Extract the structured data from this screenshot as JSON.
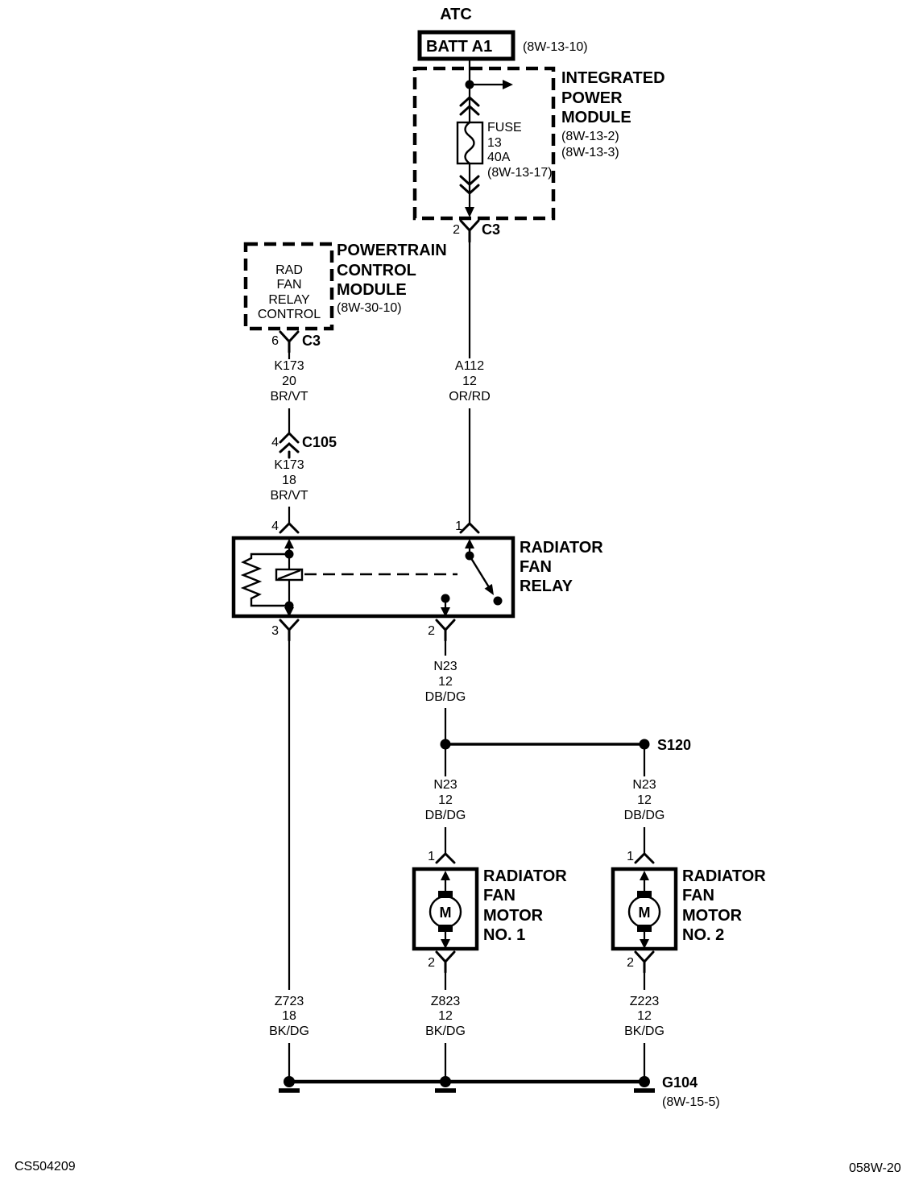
{
  "title": "ATC",
  "battery": {
    "label": "BATT A1",
    "ref": "(8W-13-10)"
  },
  "ipm": {
    "name_lines": [
      "INTEGRATED",
      "POWER",
      "MODULE"
    ],
    "refs": [
      "(8W-13-2)",
      "(8W-13-3)"
    ],
    "fuse_lines": [
      "FUSE",
      "13",
      "40A",
      "(8W-13-17)"
    ],
    "connector_pin": "2",
    "connector_label": "C3"
  },
  "pcm": {
    "signal_lines": [
      "RAD",
      "FAN",
      "RELAY",
      "CONTROL"
    ],
    "name_lines": [
      "POWERTRAIN",
      "CONTROL",
      "MODULE"
    ],
    "ref": "(8W-30-10)",
    "connector_pin": "6",
    "connector_label": "C3"
  },
  "inline_connector": {
    "pin": "4",
    "label": "C105"
  },
  "wires": {
    "k173_20": {
      "lines": [
        "K173",
        "20",
        "BR/VT"
      ]
    },
    "k173_18": {
      "lines": [
        "K173",
        "18",
        "BR/VT"
      ]
    },
    "a112": {
      "lines": [
        "A112",
        "12",
        "OR/RD"
      ]
    },
    "n23_top": {
      "lines": [
        "N23",
        "12",
        "DB/DG"
      ]
    },
    "n23_left": {
      "lines": [
        "N23",
        "12",
        "DB/DG"
      ]
    },
    "n23_right": {
      "lines": [
        "N23",
        "12",
        "DB/DG"
      ]
    },
    "z723": {
      "lines": [
        "Z723",
        "18",
        "BK/DG"
      ]
    },
    "z823": {
      "lines": [
        "Z823",
        "12",
        "BK/DG"
      ]
    },
    "z223": {
      "lines": [
        "Z223",
        "12",
        "BK/DG"
      ]
    }
  },
  "relay": {
    "name_lines": [
      "RADIATOR",
      "FAN",
      "RELAY"
    ],
    "pin_top_left": "4",
    "pin_top_right": "1",
    "pin_bottom_left": "3",
    "pin_bottom_mid": "2"
  },
  "splice": {
    "label": "S120"
  },
  "motor1": {
    "name_lines": [
      "RADIATOR",
      "FAN",
      "MOTOR",
      "NO. 1"
    ],
    "symbol": "M",
    "pin_top": "1",
    "pin_bottom": "2"
  },
  "motor2": {
    "name_lines": [
      "RADIATOR",
      "FAN",
      "MOTOR",
      "NO. 2"
    ],
    "symbol": "M",
    "pin_top": "1",
    "pin_bottom": "2"
  },
  "ground": {
    "label": "G104",
    "ref": "(8W-15-5)"
  },
  "footer": {
    "left": "CS504209",
    "right": "058W-20"
  },
  "colors": {
    "ink": "#000000",
    "paper": "#ffffff"
  }
}
